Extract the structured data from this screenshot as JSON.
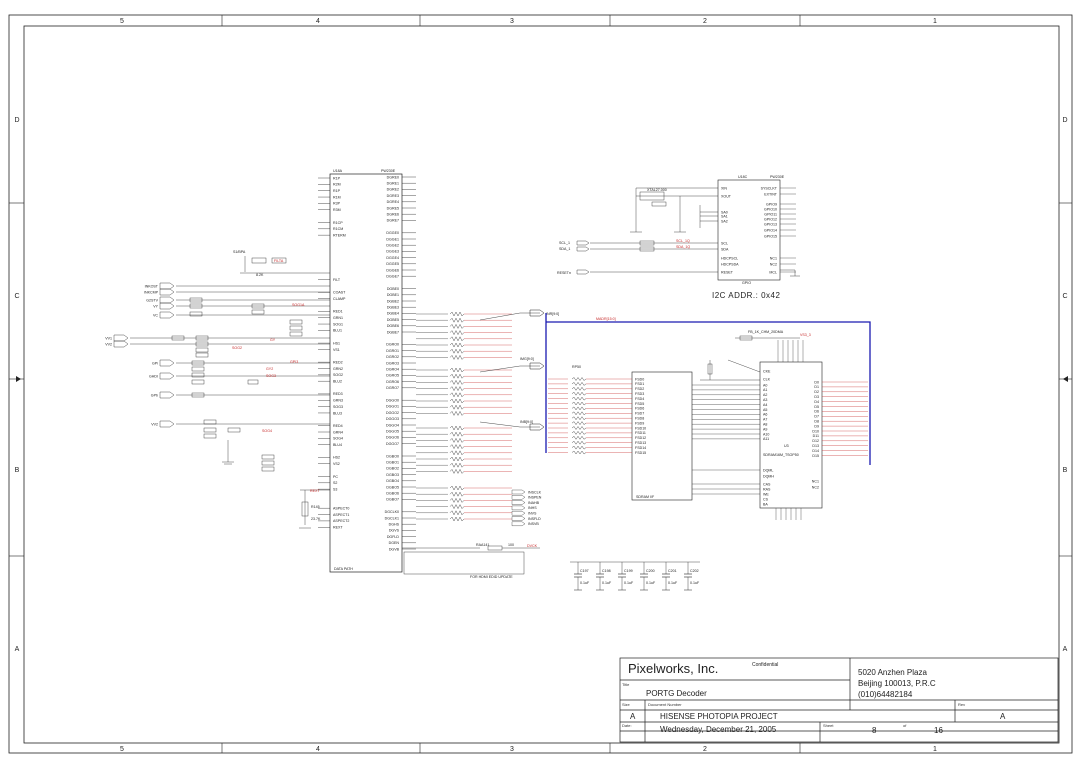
{
  "frame": {
    "columns": [
      "5",
      "4",
      "3",
      "2",
      "1"
    ],
    "rows": [
      "D",
      "C",
      "B",
      "A"
    ]
  },
  "colors": {
    "ink": "#222222",
    "wire": "#1a1a1a",
    "net_red": "#c62828",
    "bus_blue": "#1a1ab0",
    "background": "#ffffff"
  },
  "title_block": {
    "company": "Pixelworks, Inc.",
    "confidential": "Confidential",
    "address1": "5020 Anzhen Plaza",
    "address2": "Beijing 100013, P.R.C",
    "phone": "(010)64482184",
    "title_label": "Title",
    "title": "PORTG Decoder",
    "size_label": "Size",
    "size": "A",
    "docnum_label": "Document Number",
    "document": "HISENSE PHOTOPIA PROJECT",
    "rev_label": "Rev",
    "rev": "A",
    "date_label": "Date:",
    "date": "Wednesday, December 21, 2005",
    "sheet_label": "Sheet",
    "sheet": "8",
    "of_label": "of",
    "total": "16"
  },
  "annotations": {
    "i2c_addr": "I2C ADDR.: 0x42",
    "hdmi_note": "FOR HDMI EDID UPDATE",
    "pw230_title": "PW230E",
    "pw230_block": "U18A",
    "data_path": "DATA PATH",
    "sdram_title": "SDRAM16M_TSOP50",
    "sdram_u": "U3",
    "gpio_block": "GPIO",
    "sdram_if": "SDRAM I/F",
    "ext_clk_label": "PW230E",
    "u18c": "U18C"
  },
  "left_connectors": [
    "INKOST",
    "INKCMP",
    "G2STV",
    "VY",
    "VC",
    "VV1",
    "VV2",
    "GPi",
    "GHDI",
    "GPb",
    "VV2"
  ],
  "pw230_left_pins": [
    "R1P",
    "R2M",
    "R1P",
    "R1M",
    "R3P",
    "R3M",
    "",
    "R1CP",
    "R1CM",
    "RTERM",
    "",
    "",
    "",
    "",
    "",
    "",
    "FILT",
    "",
    "COAST",
    "CLAMP",
    "",
    "RED1",
    "GRN1",
    "SOG1",
    "BLU1",
    "",
    "HS1",
    "VS1",
    "",
    "RED2",
    "GRN2",
    "SOG2",
    "BLU2",
    "",
    "RED3",
    "GRN3",
    "SOG3",
    "BLU3",
    "",
    "RED4",
    "GRN4",
    "SOG4",
    "BLU4",
    "",
    "HS2",
    "VS2",
    "",
    "PC",
    "S2",
    "S3",
    "",
    "",
    "ASPECT0",
    "ASPECT1",
    "ASPECT2",
    "REXT"
  ],
  "pw230_right_pins": [
    "DGRE0",
    "DGRE1",
    "DGRE2",
    "DGRE3",
    "DGRE4",
    "DGRE5",
    "DGRE6",
    "DGRE7",
    "",
    "DGGE0",
    "DGGE1",
    "DGGE2",
    "DGGE3",
    "DGGE4",
    "DGGE5",
    "DGGE6",
    "DGGE7",
    "",
    "DGBE0",
    "DGBE1",
    "DGBE2",
    "DGBE3",
    "DGBE4",
    "DGBE5",
    "DGBE6",
    "DGBE7",
    "",
    "DGRO0",
    "DGRO1",
    "DGRO2",
    "DGRO3",
    "DGRO4",
    "DGRO5",
    "DGRO6",
    "DGRO7",
    "",
    "DGGO0",
    "DGGO1",
    "DGGO2",
    "DGGO3",
    "DGGO4",
    "DGGO5",
    "DGGO6",
    "DGGO7",
    "",
    "DGBO0",
    "DGBO1",
    "DGBO2",
    "DGBO3",
    "DGBO4",
    "DGBO5",
    "DGBO6",
    "DGBO7",
    "",
    "DGCLK0",
    "DGCLK1",
    "DGHS",
    "DGVS",
    "DGFLD",
    "DGEN",
    "DGVB"
  ],
  "nets_right": [
    "INSCLK",
    "INSPEN",
    "INAHB",
    "INHS",
    "INVS",
    "INSFLD",
    "INSVB"
  ],
  "bus_labels": [
    "INR[9:0]",
    "IMG[9:0]",
    "INB[9:0]",
    "MADR[11:0]",
    "MADR[15:0]"
  ],
  "i2c": {
    "scl": "SCL_1",
    "sda": "SDA_1",
    "reset": "RESETn",
    "xtal": "XTAL27.000",
    "scl_net": "SCL_1Q",
    "sda_net": "SDA_1Q"
  },
  "u18c_pins_left": [
    "XIN",
    "XOUT",
    "SA0",
    "SA1",
    "SA2",
    "SCL",
    "SDA",
    "HDCPSCL",
    "HDCPSDA",
    "RESET"
  ],
  "u18c_pins_right": [
    "SYSCLKT",
    "EXTINT",
    "GPIO9",
    "GPIO10",
    "GPIO11",
    "GPIO12",
    "GPIO13",
    "GPIO14",
    "GPIO15",
    "NC1",
    "NC2",
    "MCL"
  ],
  "sdram_if_pins": [
    "FSD0",
    "FSD1",
    "FSD2",
    "FSD3",
    "FSD4",
    "FSD5",
    "FSD6",
    "FSD7",
    "FSD8",
    "FSD9",
    "FSD10",
    "FSD11",
    "FSD12",
    "FSD13",
    "FSD14",
    "FSD15"
  ],
  "sdram_addr_pins": [
    "A0",
    "A1",
    "A2",
    "A3",
    "A4",
    "A5",
    "A6",
    "A7",
    "A8",
    "A9",
    "A10",
    "A11"
  ],
  "sdram_data_pins": [
    "D0",
    "D1",
    "D2",
    "D3",
    "D4",
    "D5",
    "D6",
    "D7",
    "D8",
    "D9",
    "D10",
    "D11",
    "D12",
    "D13",
    "D14",
    "D15"
  ],
  "sdram_ctrl": [
    "CKE",
    "CLK",
    "DQML",
    "DQMH",
    "CAS",
    "RAS",
    "WE",
    "CS",
    "BA",
    "NC1",
    "NC2"
  ],
  "decoupling": [
    {
      "ref": "C197",
      "val": "0.1uF"
    },
    {
      "ref": "C198",
      "val": "0.1uF"
    },
    {
      "ref": "C199",
      "val": "0.1uF"
    },
    {
      "ref": "C200",
      "val": "0.1uF"
    },
    {
      "ref": "C201",
      "val": "0.1uF"
    },
    {
      "ref": "C202",
      "val": "0.1uF"
    }
  ],
  "misc_refs": {
    "s1": "S1/BPA",
    "rext_res": "R145",
    "rext_val": "23.7K",
    "r_filter": "8.2K",
    "ferrite": "FB_1K_CHM_20DMA",
    "raa": "RAA141",
    "raa_val": "100",
    "rp": "RP50",
    "dclk": "DVCK",
    "vs3": "VS3_3"
  }
}
